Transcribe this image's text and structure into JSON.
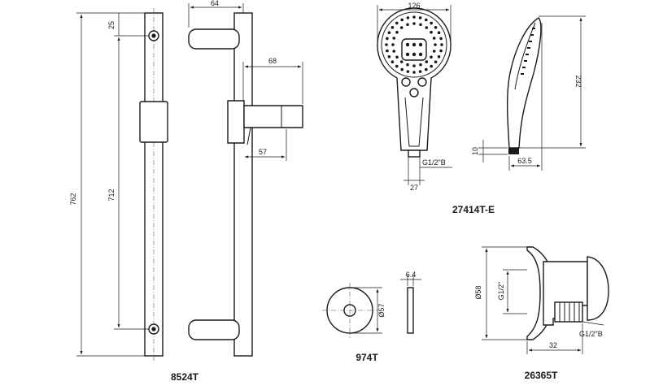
{
  "products": {
    "rail": {
      "label": "8524T",
      "dims": {
        "overall": "762",
        "centers": "712",
        "offset_top": "25",
        "depth": "64",
        "holder_reach": "68",
        "holder_depth": "57"
      }
    },
    "handshower": {
      "label": "27414T-E",
      "dims": {
        "head_width": "126",
        "height": "232",
        "connector": "10",
        "side_depth": "63.5",
        "handle_width": "27",
        "thread": "G1/2\"B"
      }
    },
    "flange": {
      "label": "974T",
      "dims": {
        "diameter": "Ø57",
        "thickness": "6.4"
      }
    },
    "outlet": {
      "label": "26365T",
      "dims": {
        "diameter": "Ø58",
        "inlet_thread": "G1/2\"",
        "outlet_thread": "G1/2\"B",
        "depth": "32"
      }
    }
  }
}
